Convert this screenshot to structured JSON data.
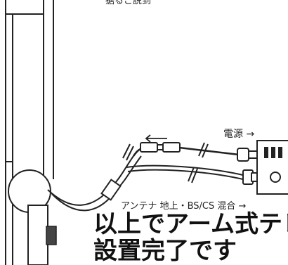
{
  "labels": {
    "top_fragment": "据るこ説到",
    "power": "電源 →",
    "antenna": "アンテナ 地上・BS/CS 混合 →"
  },
  "caption": {
    "line1": "以上でアーム式テレ",
    "line2": "設置完了です"
  }
}
